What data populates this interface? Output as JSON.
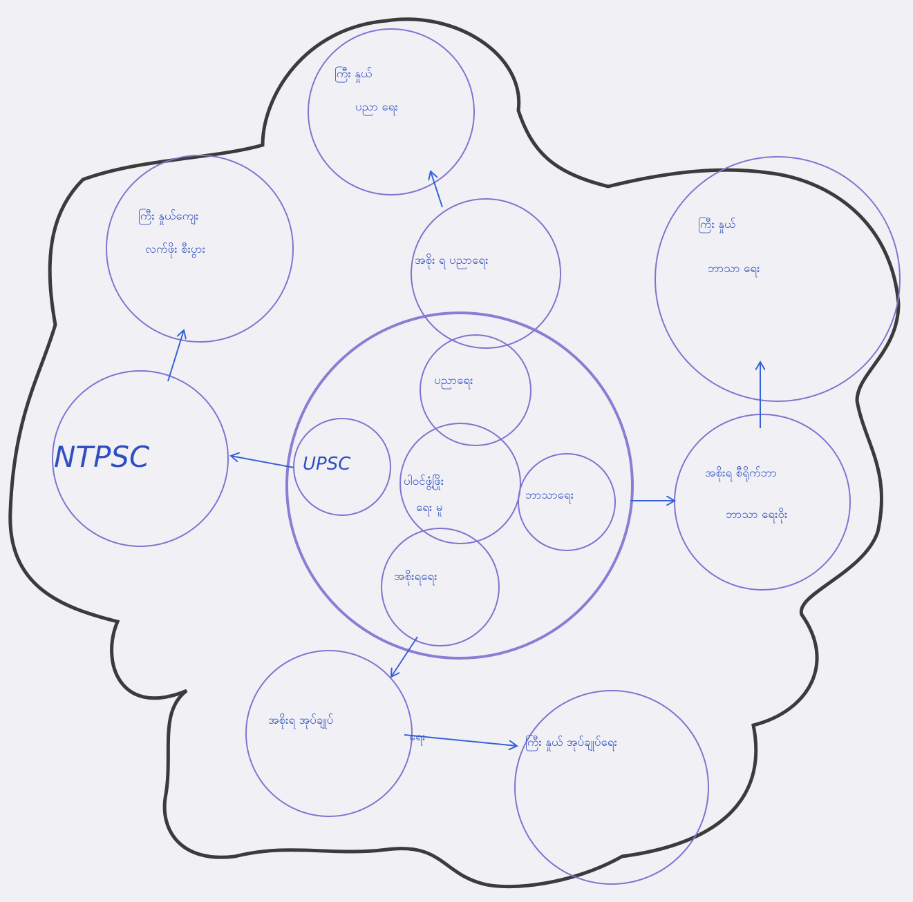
{
  "diagram": {
    "title": "",
    "nodes": {
      "center": {
        "label_line1": "ပါဝင်ဖွံ့ဖြိုး",
        "label_line2": "ရေး မူ"
      },
      "inner_top": {
        "label": "ပညာရေး"
      },
      "inner_left": {
        "label": "UPSC"
      },
      "inner_right": {
        "label": "ဘာသာရေး"
      },
      "inner_bottom": {
        "label": "အစိုးရရေး"
      },
      "mid_top": {
        "label": "အစိုး ရ ပညာရေး"
      },
      "mid_left": {
        "label": "NTPSC"
      },
      "mid_right": {
        "label_line1": "အစိုးရ စီရိုက်ဘာ",
        "label_line2": "ဘာသာ ရေးဝိုး"
      },
      "mid_bottom": {
        "label_line1": "အစိုးရ အုပ်ချုပ်",
        "label_line2": "ရေး"
      },
      "outer_top": {
        "label_line1": "ကြီး နှုယ်",
        "label_line2": "ပညာ ရေး"
      },
      "outer_left": {
        "label_line1": "ကြီး နှုယ်ကျေး",
        "label_line2": "လက်ဖိုး စီးပွား"
      },
      "outer_right": {
        "label_line1": "ကြီး နှုယ်",
        "label_line2": "ဘာသာ ရေး"
      },
      "outer_bottom": {
        "label": "ကြီး နှုယ် အုပ်ချုပ်ရေး"
      }
    }
  }
}
